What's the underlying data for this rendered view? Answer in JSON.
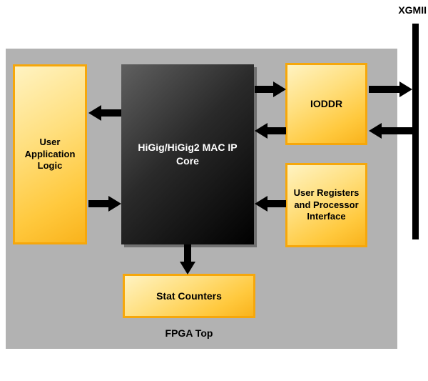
{
  "diagram": {
    "title": "FPGA Top",
    "xgmii_label": "XGMII",
    "blocks": {
      "user_app": "User Application Logic",
      "mac_core": "HiGig/HiGig2 MAC IP Core",
      "ioddr": "IODDR",
      "user_regs": "User Registers and Processor Interface",
      "stat_counters": "Stat Counters"
    },
    "connections": [
      {
        "from": "mac_core",
        "to": "ioddr",
        "direction": "right"
      },
      {
        "from": "ioddr",
        "to": "mac_core",
        "direction": "left"
      },
      {
        "from": "ioddr",
        "to": "xgmii",
        "direction": "right"
      },
      {
        "from": "xgmii",
        "to": "ioddr",
        "direction": "left"
      },
      {
        "from": "mac_core",
        "to": "user_app",
        "direction": "left"
      },
      {
        "from": "user_app",
        "to": "mac_core",
        "direction": "right"
      },
      {
        "from": "user_regs",
        "to": "mac_core",
        "direction": "left"
      },
      {
        "from": "mac_core",
        "to": "stat_counters",
        "direction": "down"
      }
    ],
    "colors": {
      "panel_gray": "#b2b2b2",
      "block_border_orange": "#f6a70b",
      "block_fill_light": "#fff3c2",
      "block_fill_dark": "#f9b31c",
      "mac_fill": "#000000",
      "arrow_black": "#000000",
      "text_on_mac": "#ffffff"
    }
  }
}
